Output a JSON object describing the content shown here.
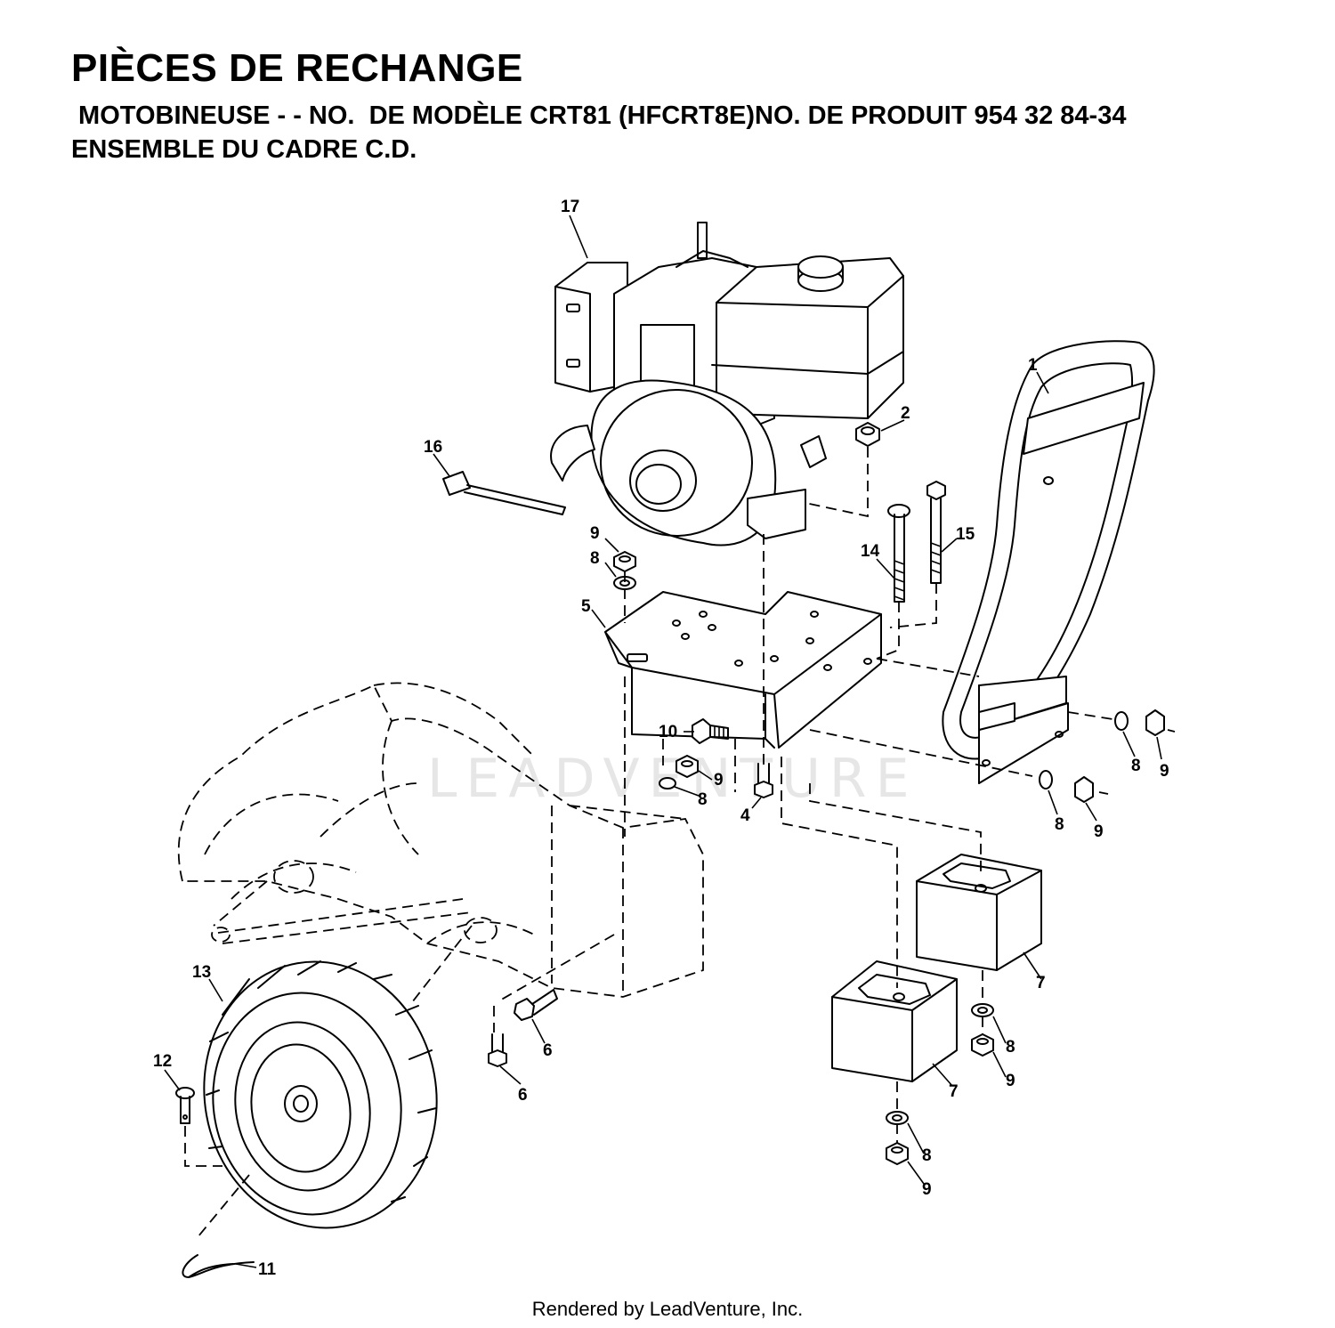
{
  "header": {
    "title": "PIÈCES DE RECHANGE",
    "subtitle": " MOTOBINEUSE - - NO.  DE MODÈLE CRT81 (HFCRT8E)NO. DE PRODUIT 954 32 84-34",
    "section": "ENSEMBLE DU CADRE C.D."
  },
  "callouts": {
    "c1": "1",
    "c2": "2",
    "c4": "4",
    "c5": "5",
    "c6a": "6",
    "c6b": "6",
    "c7a": "7",
    "c7b": "7",
    "c8a": "8",
    "c8b": "8",
    "c8c": "8",
    "c8d": "8",
    "c8e": "8",
    "c8f": "8",
    "c9a": "9",
    "c9b": "9",
    "c9c": "9",
    "c9d": "9",
    "c9e": "9",
    "c9f": "9",
    "c10": "10",
    "c11": "11",
    "c12": "12",
    "c13": "13",
    "c14": "14",
    "c15": "15",
    "c16": "16",
    "c17": "17"
  },
  "watermark": "LEADVENTURE",
  "footer": "Rendered by LeadVenture, Inc."
}
